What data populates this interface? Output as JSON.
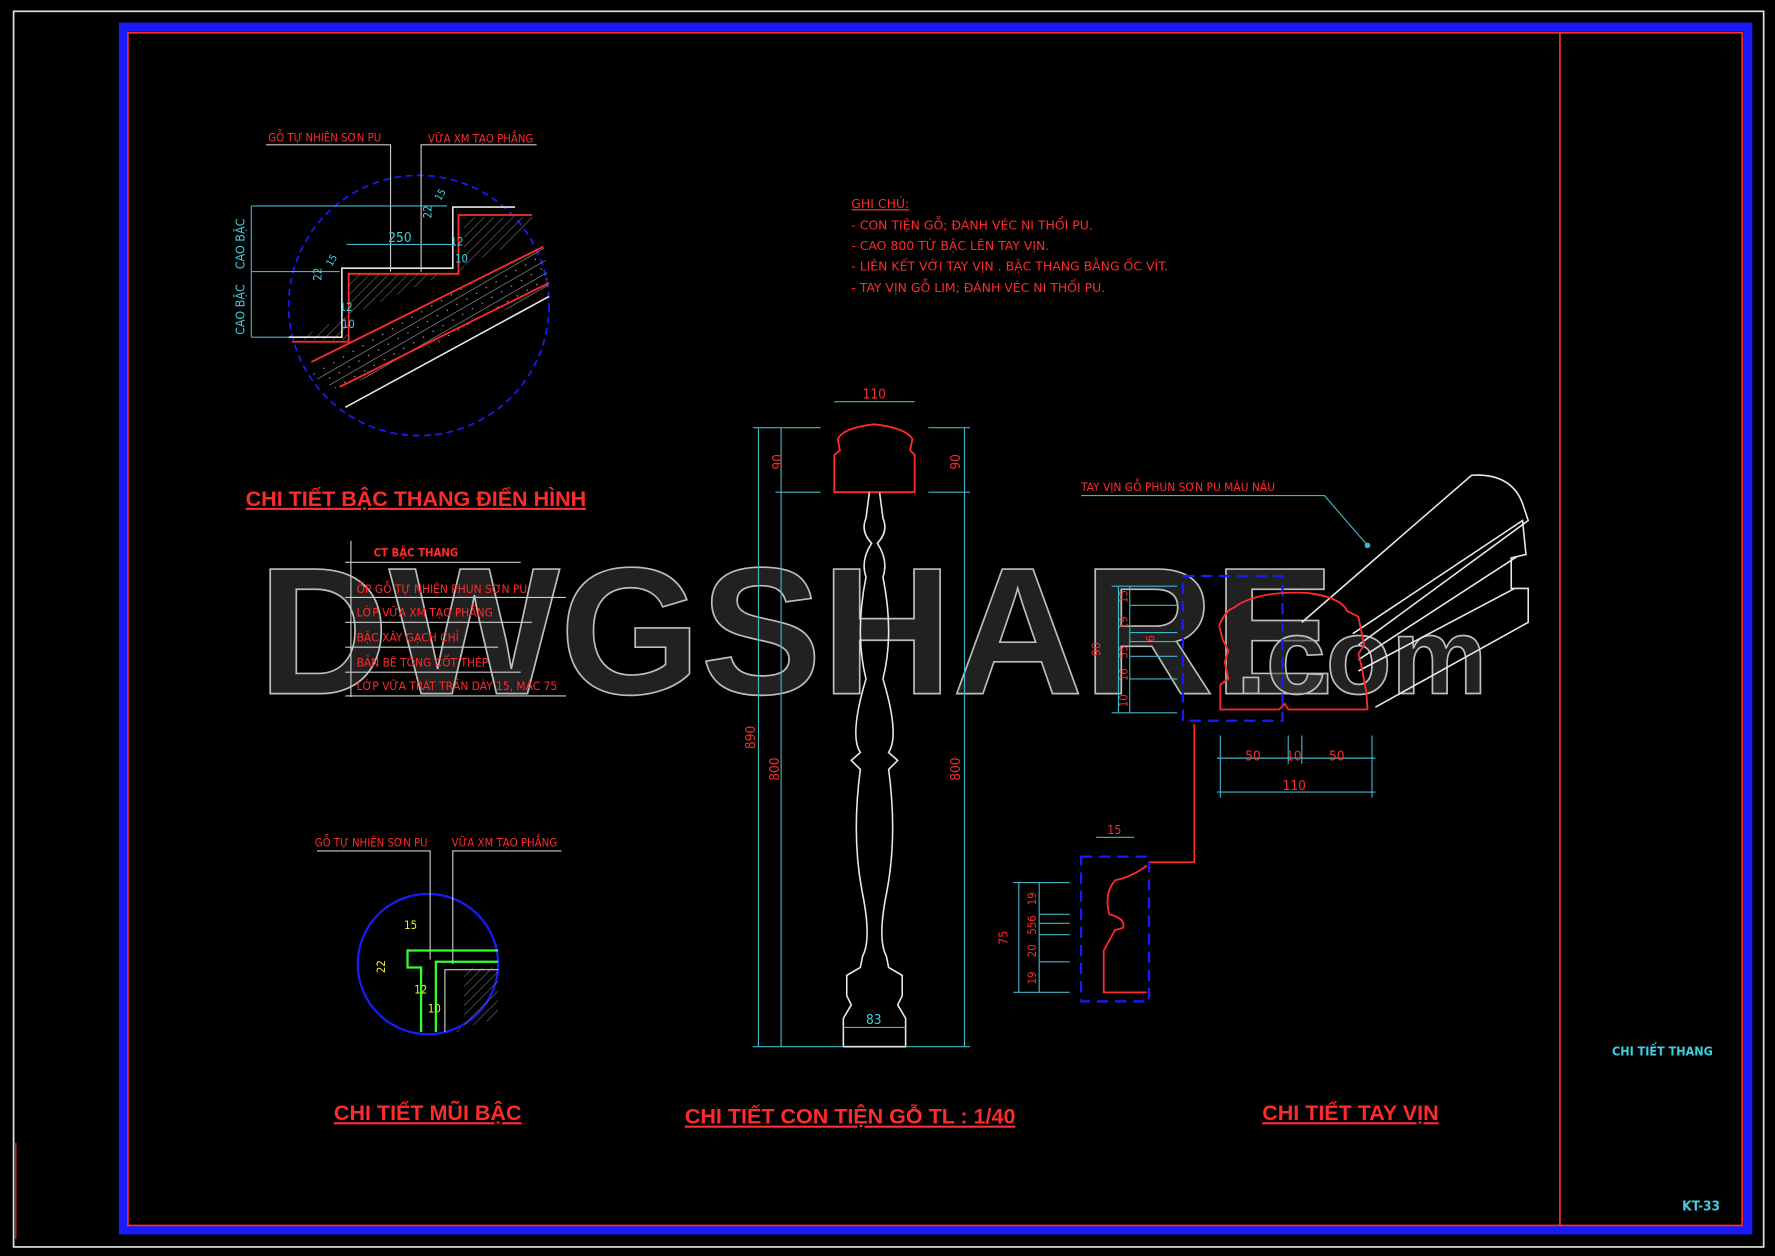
{
  "colors": {
    "background": "#000000",
    "frame_blue": "#1a1aff",
    "frame_red": "#ff2a2a",
    "dimension_cyan": "#3fd0e0",
    "text_red": "#ff2a2a"
  },
  "stair_detail": {
    "title": "CHI TIẾT BẬC THANG ĐIỂN HÌNH",
    "label_wood": "GỖ TỰ NHIÊN SƠN PU",
    "label_mortar": "VỮA XM TẠO PHẲNG",
    "riser_label": "CAO BẬC",
    "dims": {
      "tread": "250",
      "d22": "22",
      "d15": "15",
      "d12": "12",
      "d10": "10"
    }
  },
  "legend": {
    "title": "CT BẬC THANG",
    "layers": [
      "ỐP GỖ TỰ NHIÊN PHUN SƠN PU",
      "LỚP VỮA XM TẠO PHẲNG",
      "BẬC XÂY GẠCH CHỈ",
      "BẢN BÊ TÔNG CỐT THÉP",
      "LỚP VỮA TRÁT TRẦN DÀY 15, MÁC 75"
    ]
  },
  "notes": {
    "title": "GHI CHÚ:",
    "items": [
      "- CON TIỆN GỖ; ĐÁNH VÉC NI THỔI PU.",
      "- CAO 800 TỪ BẬC LÊN TAY VỊN.",
      "- LIÊN KẾT VỚI TAY VỊN . BẬC THANG BẰNG ỐC VÍT.",
      "- TAY VỊN GỖ LIM; ĐÁNH VÉC NI THỔI PU."
    ]
  },
  "baluster": {
    "title": "CHI TIẾT CON TIỆN GỖ TL : 1/40",
    "dims": {
      "top_width": "110",
      "head_left": "90",
      "head_right": "90",
      "total": "890",
      "height_left": "800",
      "height_right": "800",
      "base": "83"
    }
  },
  "nosing": {
    "title": "CHI TIẾT MŨI BẬC",
    "label_wood": "GỖ TỰ NHIÊN SƠN PU",
    "label_mortar": "VỮA XM TẠO PHẲNG",
    "dims": {
      "d15": "15",
      "d22": "22",
      "d12": "12",
      "d10": "10"
    }
  },
  "handrail": {
    "title": "CHI TIẾT TAY VỊN",
    "label": "TAY VỊN GỖ PHUN SƠN PU MÀU NÂU",
    "dims_bottom": [
      "50",
      "10",
      "50"
    ],
    "dim_total": "110",
    "dim_height": "90",
    "dims_left": [
      "15",
      "19",
      "6",
      "55",
      "16",
      "10"
    ],
    "profile": {
      "width": "15",
      "height": "75",
      "dims": [
        "19",
        "556",
        "20",
        "19"
      ]
    }
  },
  "title_block": {
    "sheet_name": "CHI TIẾT THANG",
    "sheet_number": "KT-33"
  },
  "watermark": {
    "main": "DWGSHARE",
    "suffix": ".com"
  }
}
